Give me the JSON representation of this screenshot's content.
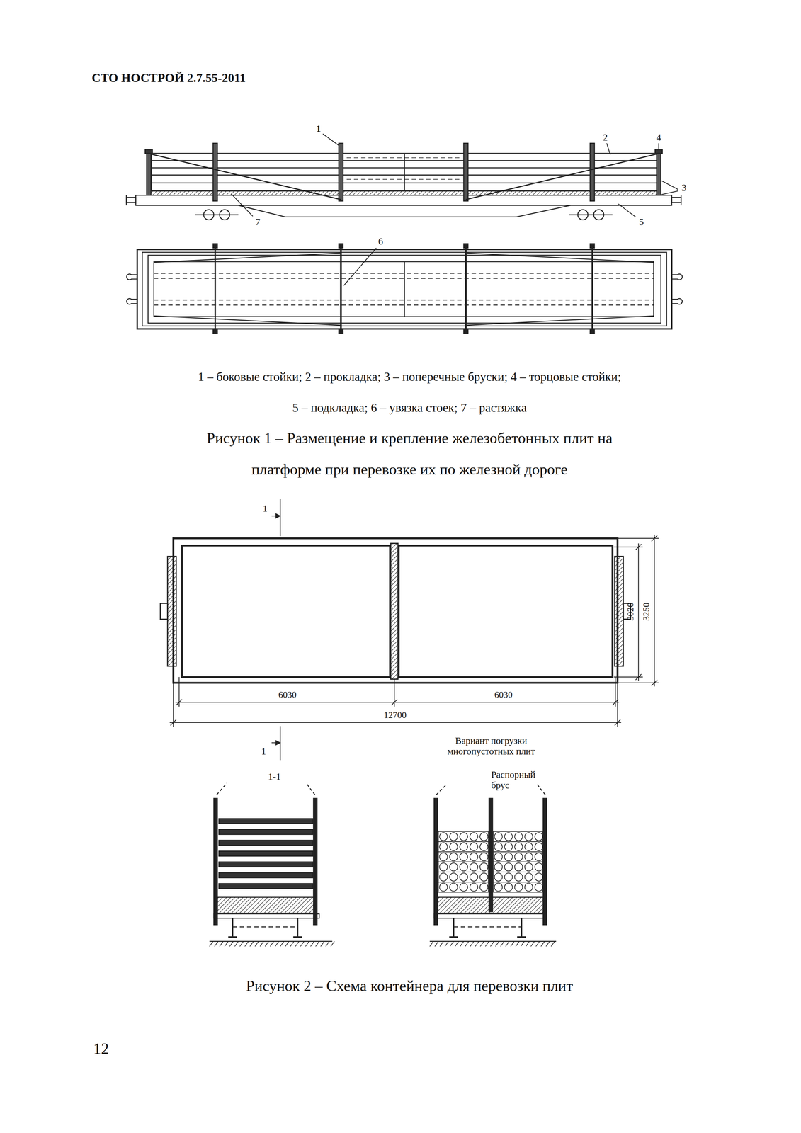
{
  "diagram": {
    "labels": [
      "СТО НОСТРОЙ 2.7.55-2011",
      "1",
      "2",
      "4",
      "3",
      "7",
      "5",
      "6",
      "1 – боковые стойки; 2 – прокладка; 3 – поперечные бруски; 4 – торцовые стойки;",
      "5 – подкладка; 6 – увязка стоек; 7 – растяжка",
      "Рисунок 1 – Размещение и крепление железобетонных плит на платформе при перевозке их по железной дороге",
      "1",
      "3020",
      "3250",
      "6030",
      "6030",
      "12700",
      "1",
      "1-1",
      "Вариант погрузки многопустотных плит",
      "Распорный брус",
      "Рисунок 2 – Схема контейнера для перевозки плит",
      "12"
    ]
  }
}
